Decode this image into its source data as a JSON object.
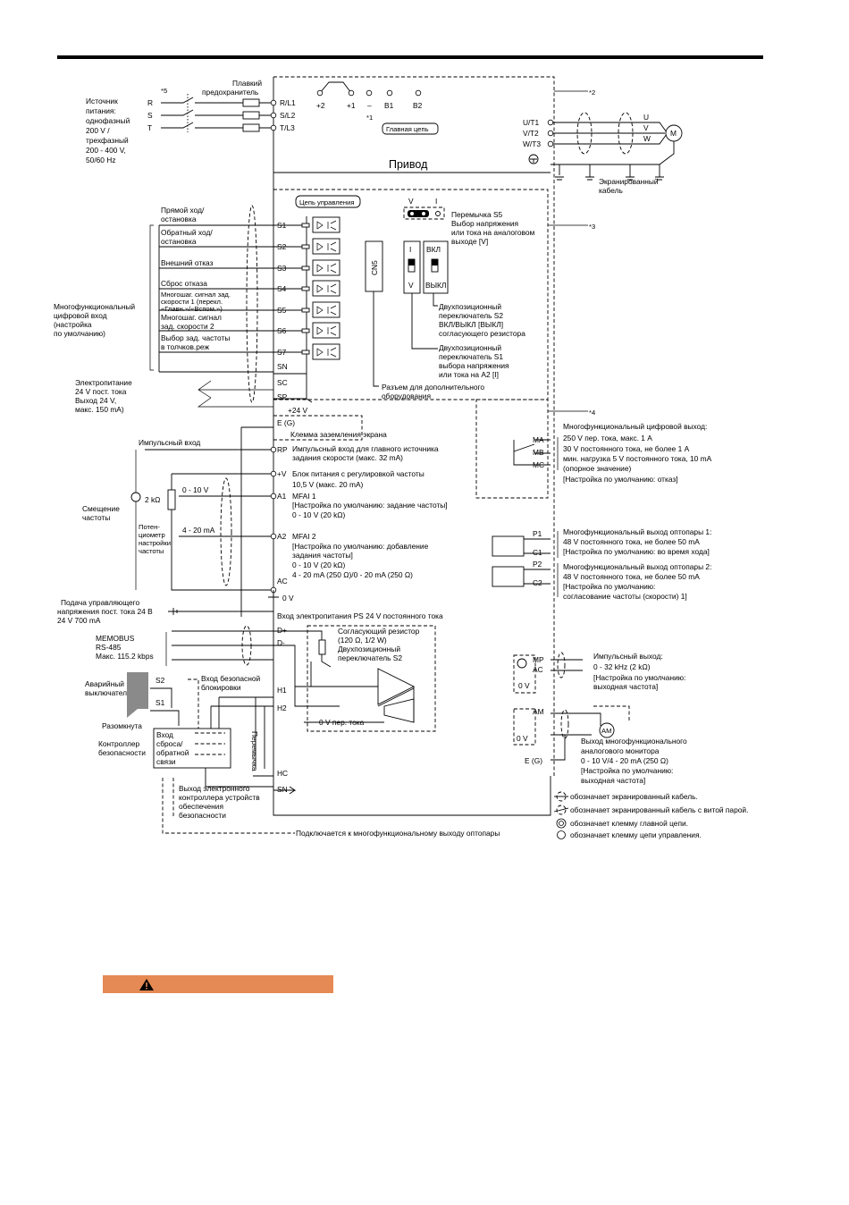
{
  "drive": {
    "title": "Привод",
    "main_circuit": "Главная цепь",
    "control_circuit": "Цепь управления",
    "fuse_label": [
      "Плавкий",
      "предохранитель"
    ],
    "notes": {
      "n1": "*1",
      "n2": "*2",
      "n3": "*3",
      "n4": "*4",
      "n5": "*5"
    }
  },
  "power_source": {
    "lines": [
      "Источник",
      "питания:",
      "однофазный",
      "200 V /",
      "трехфазный",
      "200 - 400 V,",
      "50/60 Hz"
    ],
    "phases": [
      "R",
      "S",
      "T"
    ]
  },
  "main_terminals": {
    "inputs": [
      "R/L1",
      "S/L2",
      "T/L3"
    ],
    "dc": [
      "+2",
      "+1",
      "–",
      "B1",
      "B2"
    ],
    "outputs": [
      "U/T1",
      "V/T2",
      "W/T3"
    ],
    "motor_phases": [
      "U",
      "V",
      "W"
    ],
    "motor": "M",
    "shielded_cable": [
      "Экранированный",
      "кабель"
    ]
  },
  "digital_inputs": {
    "group_label": [
      "Многофункциональный",
      "цифровой вход",
      "(настройка",
      "по умолчанию)"
    ],
    "items": [
      {
        "terminal": "S1",
        "label": [
          "Прямой ход/",
          "остановка"
        ]
      },
      {
        "terminal": "S2",
        "label": [
          "Обратный ход/",
          "остановка"
        ]
      },
      {
        "terminal": "S3",
        "label": [
          "Внешний отказ"
        ]
      },
      {
        "terminal": "S4",
        "label": [
          "Сброс отказа"
        ]
      },
      {
        "terminal": "S5",
        "label": [
          "Многошаг. сигнал зад.",
          "скорости 1  (перекл.",
          "«Главн.»/«Вспом.»)"
        ]
      },
      {
        "terminal": "S6",
        "label": [
          "Многошаг. сигнал",
          "зад. скорости 2"
        ]
      },
      {
        "terminal": "S7",
        "label": [
          "Выбор зад. частоты",
          "в толчков.реж"
        ]
      }
    ],
    "sn": "SN",
    "sc": "SC",
    "sp": "SP",
    "plus24": "+24 V",
    "supply_label": [
      "Электропитание",
      "24 V пост. тока",
      "Выход 24 V,",
      "макс. 150 mA)"
    ]
  },
  "switches": {
    "s5_top": [
      "V",
      "I"
    ],
    "s5_desc": [
      "Перемычка S5",
      "Выбор напряжения",
      "или тока на аналоговом",
      "выходе [V]"
    ],
    "cn5": "CN5",
    "s1_letters": [
      "I",
      "V"
    ],
    "s2_letters": [
      "ВКЛ",
      "ВЫКЛ"
    ],
    "s2_desc": [
      "Двухпозиционный",
      "переключатель S2",
      "ВКЛ/ВЫКЛ [ВЫКЛ]",
      "согласующего резистора"
    ],
    "s1_desc": [
      "Двухпозиционный",
      "переключатель S1",
      "выбора напряжения",
      "или тока на A2 [I]"
    ],
    "cn5_desc": [
      "Разъем для дополнительного",
      "оборудования"
    ]
  },
  "analog_inputs": {
    "eg": "E (G)",
    "eg_desc": "Клемма заземления экрана",
    "pulse_in_title": "Импульсный вход",
    "rp": "RP",
    "rp_desc": [
      "Импульсный вход для главного источника",
      "задания скорости (макс. 32 mA)"
    ],
    "plusv": "+V",
    "plusv_desc": [
      "Блок питания с регулировкой частоты",
      "10,5 V (макс. 20 mA)"
    ],
    "a1": "A1",
    "a1_desc": [
      "MFAI 1",
      "[Настройка по умолчанию: задание частоты]",
      "0 - 10 V (20 kΩ)"
    ],
    "a2": "A2",
    "a2_desc": [
      "MFAI 2",
      "[Настройка по умолчанию: добавление",
      "задания частоты]",
      "0 - 10 V (20 kΩ)",
      "4 - 20 mA (250 Ω)/0 - 20 mA (250 Ω)"
    ],
    "ac": "AC",
    "zero_v": "0 V",
    "range_v": "0 - 10 V",
    "range_ma": "4 - 20 mA",
    "r2k": "2 kΩ",
    "pot": [
      "Потен-",
      "циометр",
      "настройки",
      "частоты"
    ],
    "bias": [
      "Смещение",
      "частоты"
    ],
    "ext24": [
      "Подача управляющего",
      "напряжения пост. тока 24 В",
      "24 V 700 mA"
    ],
    "ps24": "Вход электропитания PS 24 V постоянного тока"
  },
  "comm": {
    "label": [
      "MEMOBUS",
      "RS-485",
      "Макс. 115.2 kbps"
    ],
    "dplus": "D+",
    "dminus": "D-",
    "res_desc": [
      "Согласующий резистор",
      "(120 Ω, 1/2 W)",
      "Двухпозиционный",
      "переключатель S2"
    ],
    "zero_ref": "0 V пер. тока"
  },
  "safety": {
    "estop": [
      "Аварийный",
      "выключатель"
    ],
    "s2": "S2",
    "s1": "S1",
    "open": "Разомкнута",
    "interlock": [
      "Вход безопасной",
      "блокировки"
    ],
    "reset_fb": [
      "Вход",
      "сброса/",
      "обратной",
      "связи"
    ],
    "controller": [
      "Контроллер",
      "безопасности"
    ],
    "jumper": "Перемычка",
    "h1": "H1",
    "h2": "H2",
    "hc": "HC",
    "sn": "SN",
    "edm": [
      "Выход электронного",
      "контроллера устройств",
      "обеспечения",
      "безопасности"
    ],
    "photo_conn": "Подключается к многофункциональному выходу оптопары"
  },
  "outputs": {
    "relay": {
      "ma": "MA",
      "mb": "MB",
      "mc": "MC",
      "desc": [
        "Многофункциональный цифровой выход:",
        "250 V пер. тока, макс. 1 A",
        "30 V постоянного тока, не более 1 A",
        "мин. нагрузка 5 V постоянного тока, 10 mA",
        "(опорное значение)",
        "[Настройка по умолчанию: отказ]"
      ]
    },
    "p1": "P1",
    "c1": "C1",
    "p1_desc": [
      "Многофункциональный выход оптопары 1:",
      "48 V постоянного тока, не более 50 mA",
      "[Настройка по умолчанию: во время хода]"
    ],
    "p2": "P2",
    "c2": "C2",
    "p2_desc": [
      "Многофункциональный выход оптопары 2:",
      "48 V постоянного тока, не более 50 mA",
      "[Настройка по умолчанию:",
      "согласование частоты (скорости) 1]"
    ],
    "mp": "MP",
    "ac": "AC",
    "zero_v": "0 V",
    "mp_desc": [
      "Импульсный выход:",
      "0 - 32 kHz (2 kΩ)",
      "[Настройка по умолчанию:",
      "выходная частота]"
    ],
    "am": "AM",
    "am_zero": "0 V",
    "am_eg": "E (G)",
    "am_meter": "AM",
    "am_desc": [
      "Выход многофункционального",
      "аналогового монитора",
      "0 - 10 V/4 - 20 mA (250 Ω)",
      "[Настройка по умолчанию:",
      "выходная частота]"
    ]
  },
  "legend": [
    "обозначает экранированный кабель.",
    "обозначает экранированный кабель с витой парой.",
    "обозначает клемму главной цепи.",
    "обозначает клемму цепи управления."
  ],
  "warning_icon": "warning-triangle-icon"
}
